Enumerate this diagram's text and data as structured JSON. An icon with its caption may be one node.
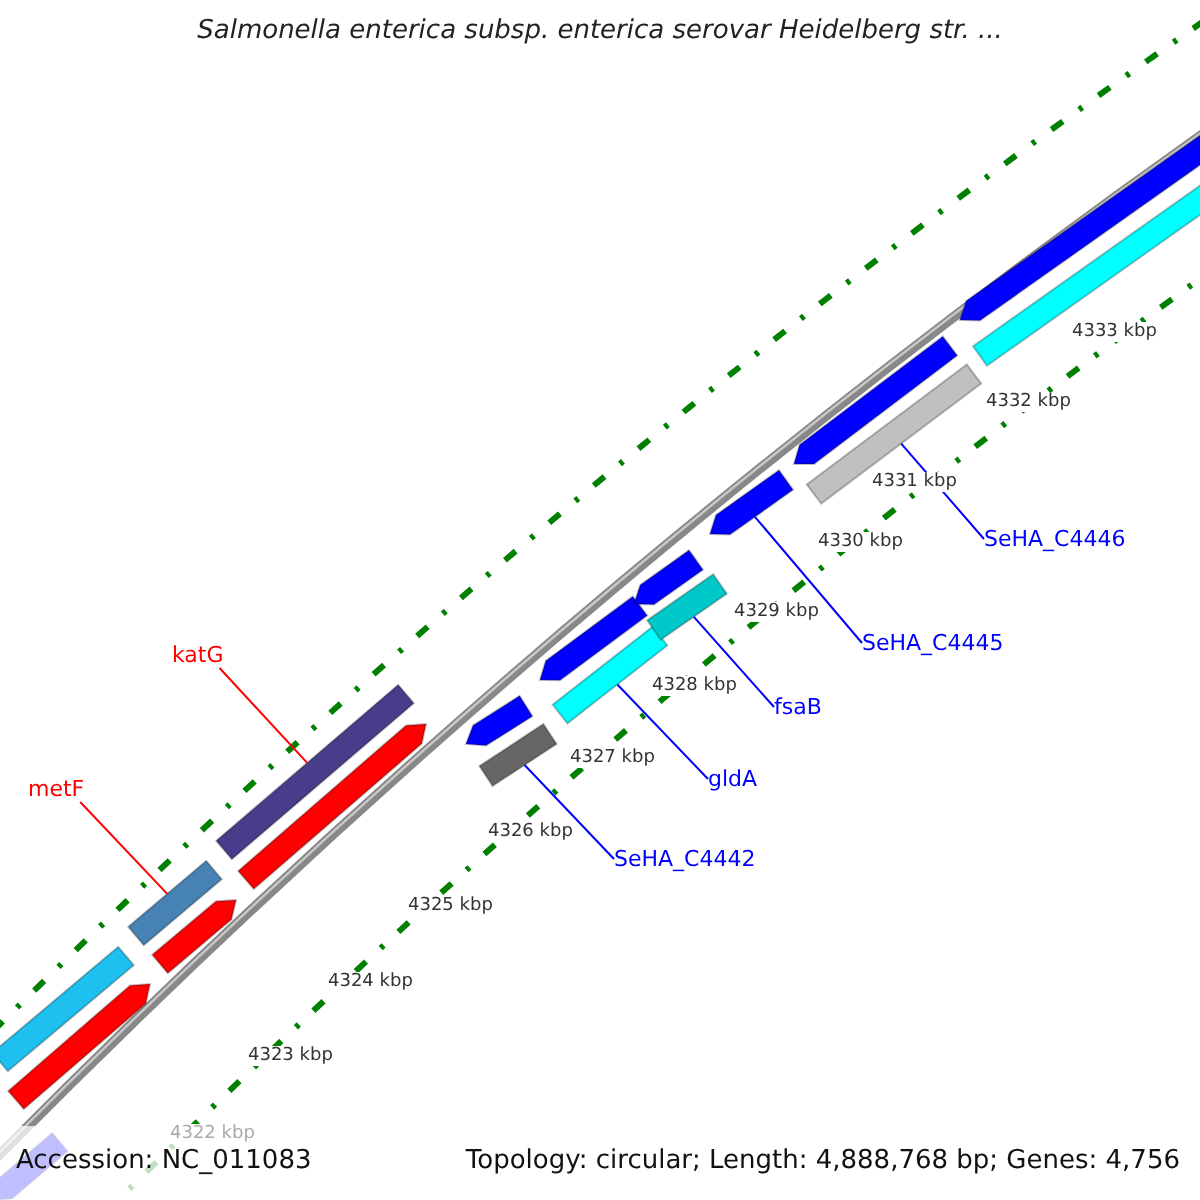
{
  "diagram": {
    "title": "Salmonella enterica subsp. enterica serovar Heidelberg str. ...",
    "nodes": [
      {
        "text": [
          "katG"
        ]
      },
      {
        "text": [
          "metF"
        ]
      },
      {
        "text": [
          "SeHA_C4442"
        ]
      },
      {
        "text": [
          "gldA"
        ]
      },
      {
        "text": [
          "fsaB"
        ]
      },
      {
        "text": [
          "SeHA_C4445"
        ]
      },
      {
        "text": [
          "SeHA_C4446"
        ]
      },
      {
        "text": [],
        "shape": "bar"
      },
      {
        "text": [],
        "shape": "arrow"
      },
      {
        "text": [],
        "shape": "arrow"
      },
      {
        "text": [],
        "shape": "bar"
      },
      {
        "text": [],
        "shape": "arrow"
      },
      {
        "text": [],
        "shape": "bar"
      },
      {
        "text": [],
        "shape": "arrow"
      },
      {
        "text": [],
        "shape": "arrow"
      },
      {
        "text": [],
        "shape": "bar"
      },
      {
        "text": [],
        "shape": "arrow"
      },
      {
        "text": [],
        "shape": "bar"
      },
      {
        "text": [],
        "shape": "arrow"
      },
      {
        "text": [],
        "shape": "bar"
      },
      {
        "text": [],
        "shape": "arrow"
      },
      {
        "text": [],
        "shape": "arrow"
      },
      {
        "text": [],
        "shape": "bar"
      },
      {
        "text": [],
        "shape": "arrow"
      },
      {
        "text": [],
        "shape": "bar"
      }
    ],
    "edges": [
      {
        "from": 0,
        "to": 12,
        "arrow": "none",
        "color": "#ff0000"
      },
      {
        "from": 1,
        "to": 10,
        "arrow": "none",
        "color": "#ff0000"
      },
      {
        "from": 2,
        "to": 15,
        "arrow": "none"
      },
      {
        "from": 3,
        "to": 17,
        "arrow": "none"
      },
      {
        "from": 4,
        "to": 19,
        "arrow": "none"
      },
      {
        "from": 5,
        "to": 20,
        "arrow": "none"
      },
      {
        "from": 6,
        "to": 22,
        "arrow": "none"
      }
    ],
    "labels": [
      "4322 kbp",
      "4323 kbp",
      "4324 kbp",
      "4325 kbp",
      "4326 kbp",
      "4327 kbp",
      "4328 kbp",
      "4329 kbp",
      "4330 kbp",
      "4331 kbp",
      "4332 kbp",
      "4333 kbp",
      "Accession: NC_011083",
      "Topology: circular; Length: 4,888,768 bp; Genes: 4,756"
    ]
  }
}
